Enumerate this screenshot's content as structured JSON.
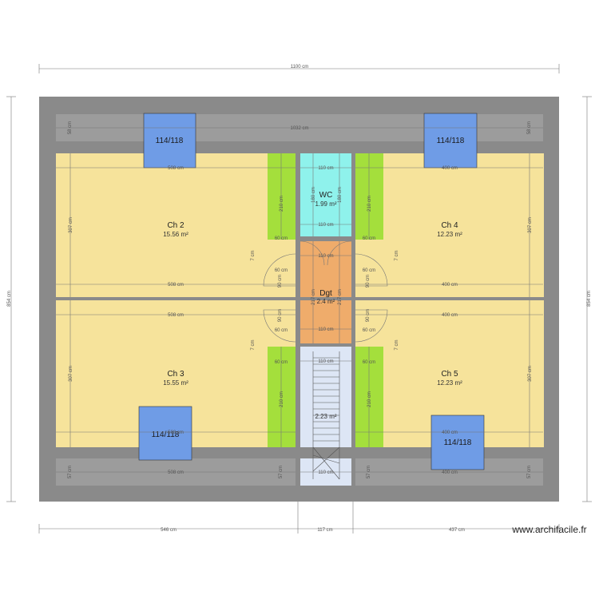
{
  "plan": {
    "overall_width": "1100 cm",
    "overall_height": "854 cm",
    "top_strip": "1032 cm",
    "bottom_left_width": "546 cm",
    "bottom_mid_width": "117 cm",
    "bottom_right_width": "437 cm",
    "watermark": "www.archifacile.fr"
  },
  "windows": {
    "top_left": "114/118",
    "top_right": "114/118",
    "bottom_left": "114/118",
    "bottom_right": "114/118"
  },
  "rooms": {
    "ch2": {
      "name": "Ch 2",
      "area": "15.56 m²",
      "width": "508 cm",
      "height": "307 cm"
    },
    "ch4": {
      "name": "Ch 4",
      "area": "12.23 m²",
      "width": "400 cm",
      "height": "307 cm"
    },
    "ch3": {
      "name": "Ch 3",
      "area": "15.55 m²",
      "width": "508 cm",
      "height": "307 cm"
    },
    "ch5": {
      "name": "Ch 5",
      "area": "12.23 m²",
      "width": "400 cm",
      "height": "307 cm"
    },
    "wc": {
      "name": "WC",
      "area": "1.99 m²",
      "width": "110 cm",
      "height": "180 cm"
    },
    "dgt": {
      "name": "Dgt",
      "area": "2.4 m²",
      "width": "110 cm",
      "height": "217 cm"
    },
    "stair": {
      "area": "2.23 m²",
      "width": "110 cm"
    }
  },
  "closets": {
    "width": "60 cm",
    "height": "210 cm",
    "door": "90 cm",
    "gap": "7 cm"
  },
  "strips": {
    "top_height": "58 cm",
    "bottom_height": "57 cm",
    "bottom_left_width": "508 cm",
    "bottom_right_width": "400 cm"
  }
}
